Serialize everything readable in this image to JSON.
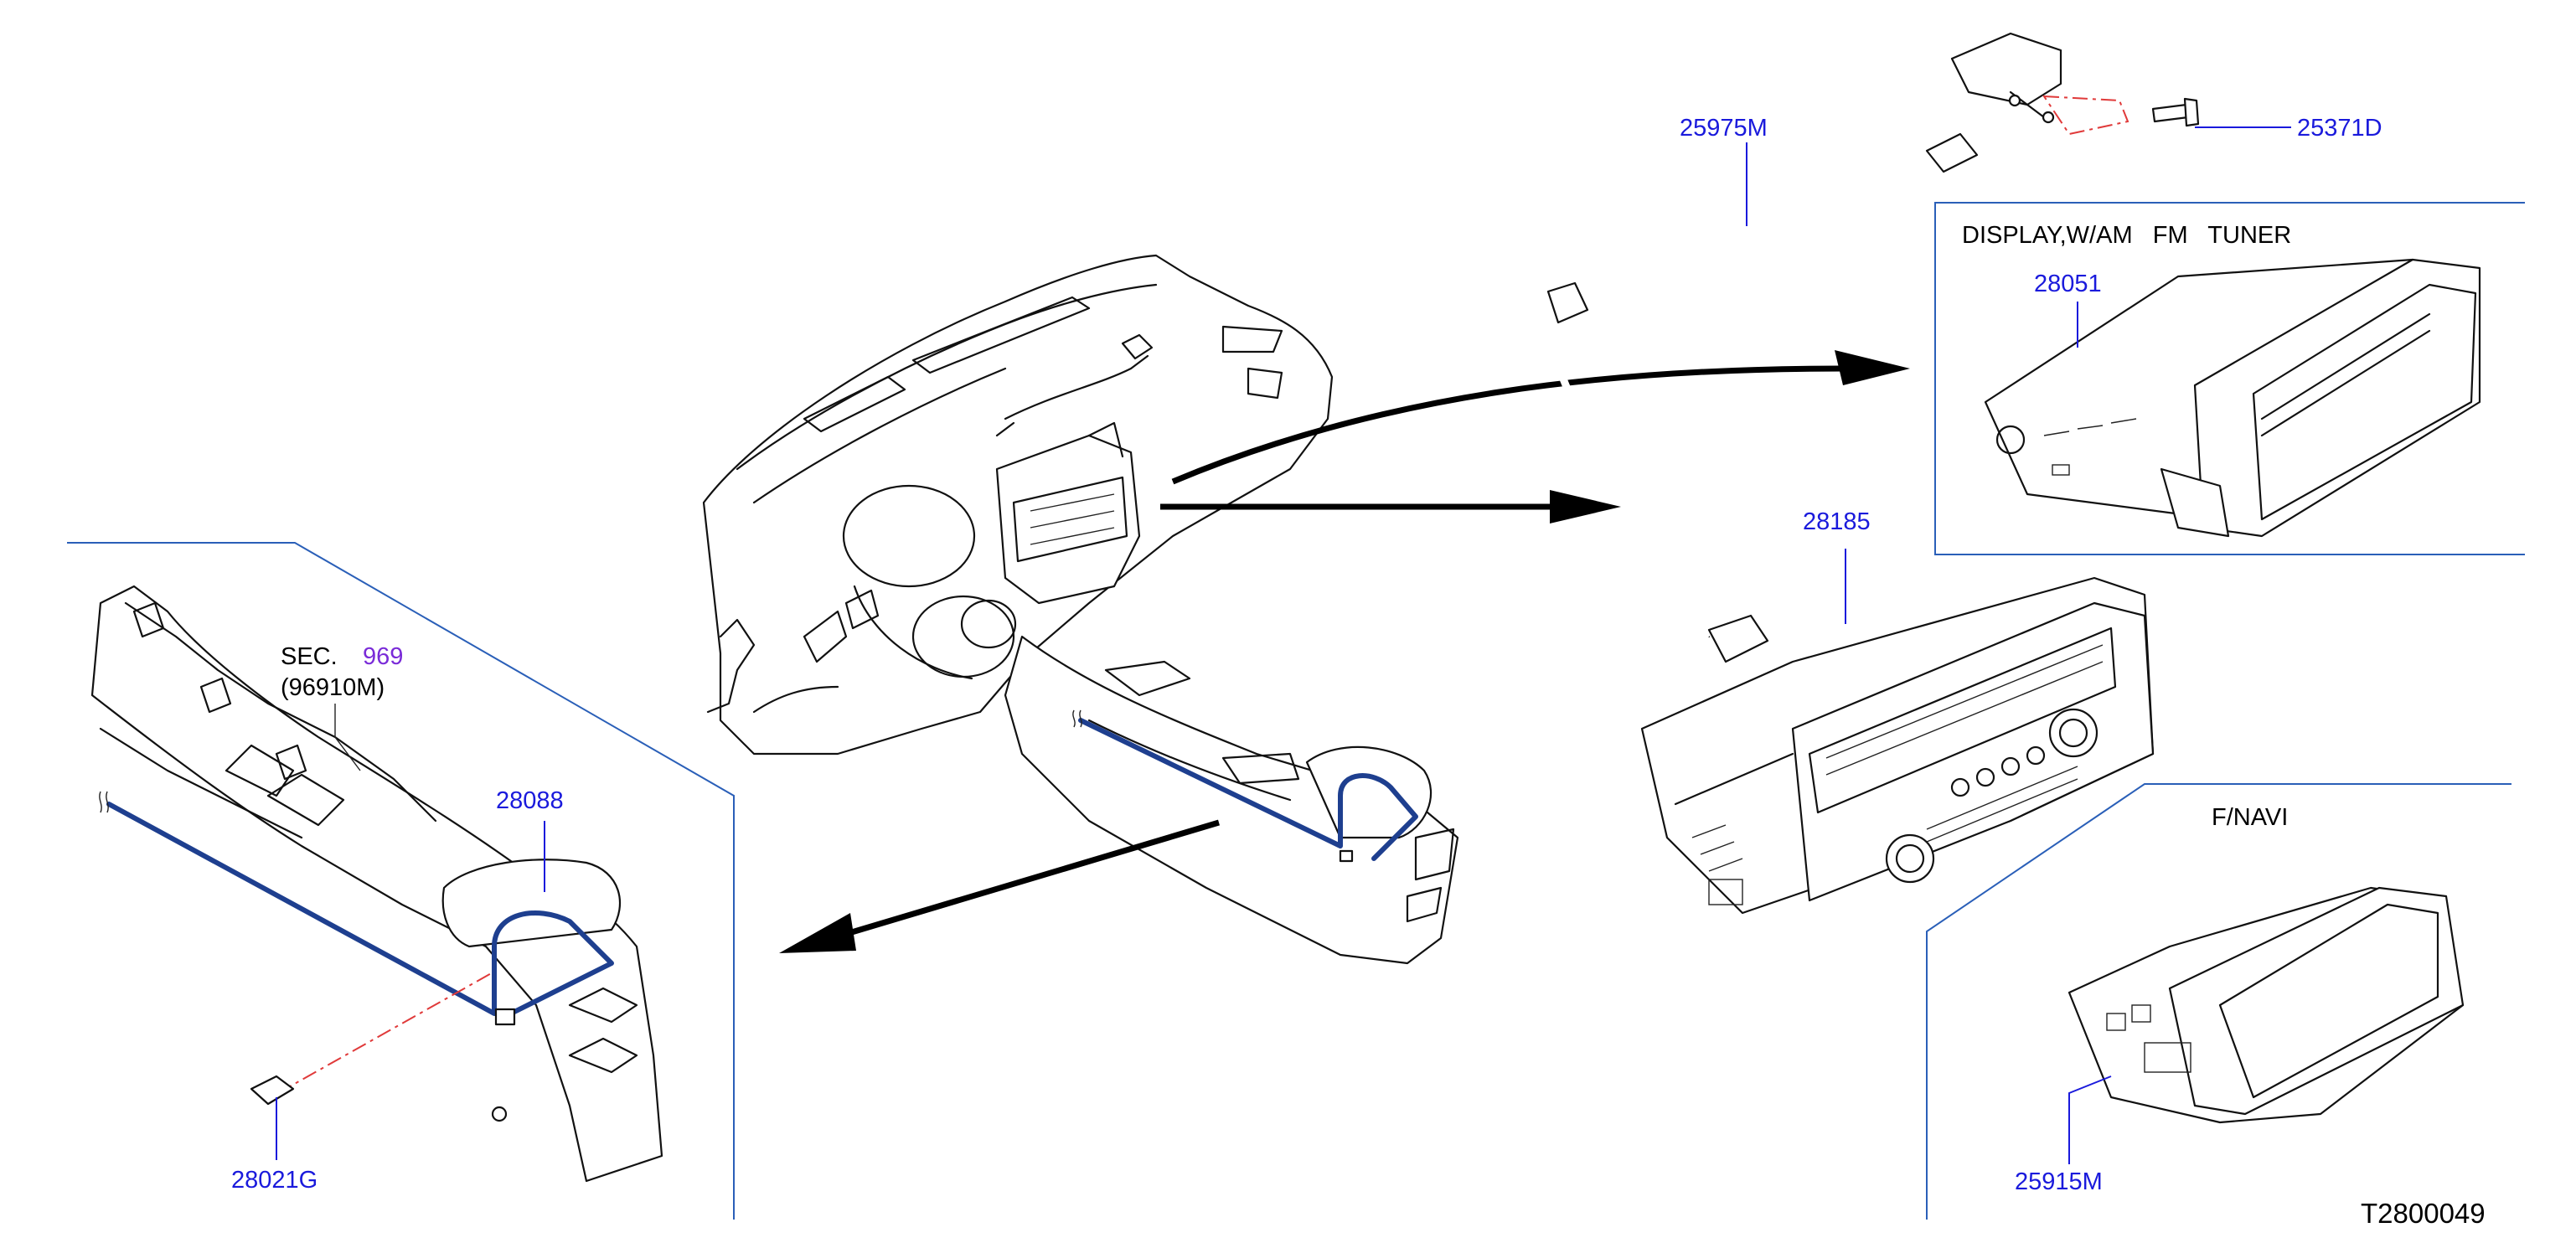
{
  "labels": {
    "p25975M": "25975M",
    "p25371D": "25371D",
    "p28051": "28051",
    "p28185": "28185",
    "p28088": "28088",
    "p28021G": "28021G",
    "p25915M": "25915M",
    "sec_prefix": "SEC.",
    "sec_number": "969",
    "sec_sub": "(96910M)",
    "display_caption": "DISPLAY,W/AM   FM   TUNER",
    "navi_caption": "F/NAVI",
    "diagram_id": "T2800049"
  },
  "colors": {
    "part_number": "#1a1adc",
    "section_link": "#7a2bd8",
    "frame": "#2a5fb8",
    "harness": "#1e3f8f",
    "centerline": "#e03a3a"
  }
}
